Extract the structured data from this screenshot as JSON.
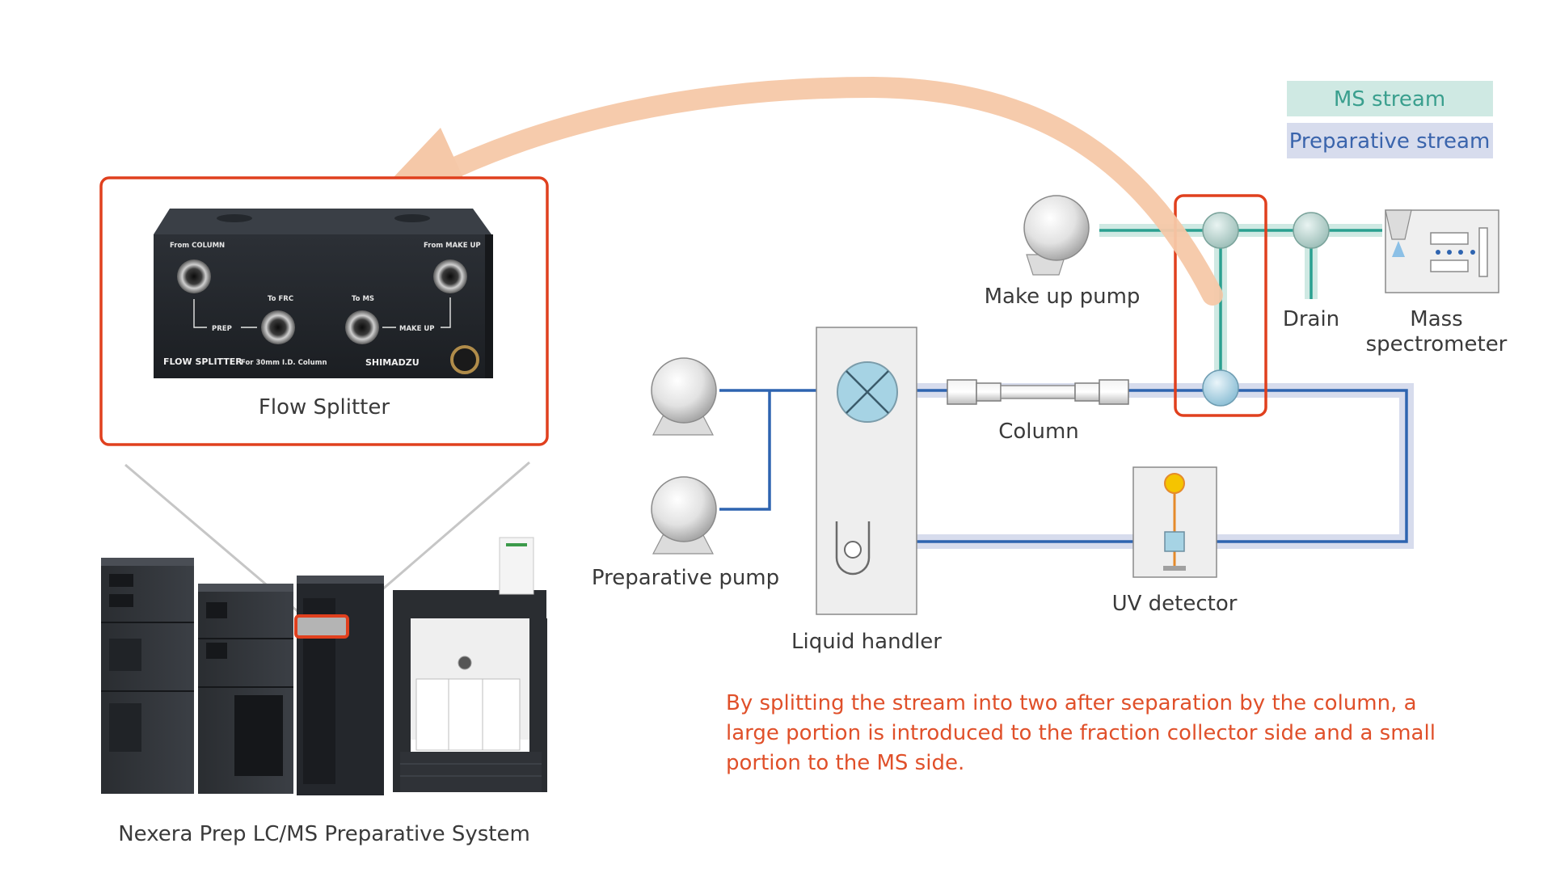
{
  "legend": {
    "ms_stream": "MS stream",
    "preparative_stream": "Preparative stream"
  },
  "labels": {
    "make_up_pump": "Make up pump",
    "drain": "Drain",
    "mass_spectrometer_line1": "Mass",
    "mass_spectrometer_line2": "spectrometer",
    "column": "Column",
    "preparative_pump": "Preparative pump",
    "liquid_handler": "Liquid handler",
    "uv_detector": "UV detector",
    "flow_splitter": "Flow Splitter",
    "system": "Nexera Prep LC/MS Preparative System"
  },
  "splitter_panel": {
    "from_column": "From COLUMN",
    "from_make_up": "From MAKE UP",
    "to_frc": "To FRC",
    "to_ms": "To MS",
    "prep": "PREP",
    "make_up": "MAKE UP",
    "title": "FLOW SPLITTER",
    "subtitle": "For 30mm I.D. Column",
    "brand": "SHIMADZU"
  },
  "note": "By splitting the stream into two after separation by the column, a large portion is introduced to the fraction collector side and a small portion to the MS side.",
  "colors": {
    "ms_stream": "#8fd0c2",
    "preparative_stream": "#c9d3ea",
    "ms_line": "#2aa090",
    "prep_line": "#2e64b0",
    "highlight_red": "#e0401e",
    "arrow": "#f5c8a8",
    "note_text": "#e0502a"
  }
}
